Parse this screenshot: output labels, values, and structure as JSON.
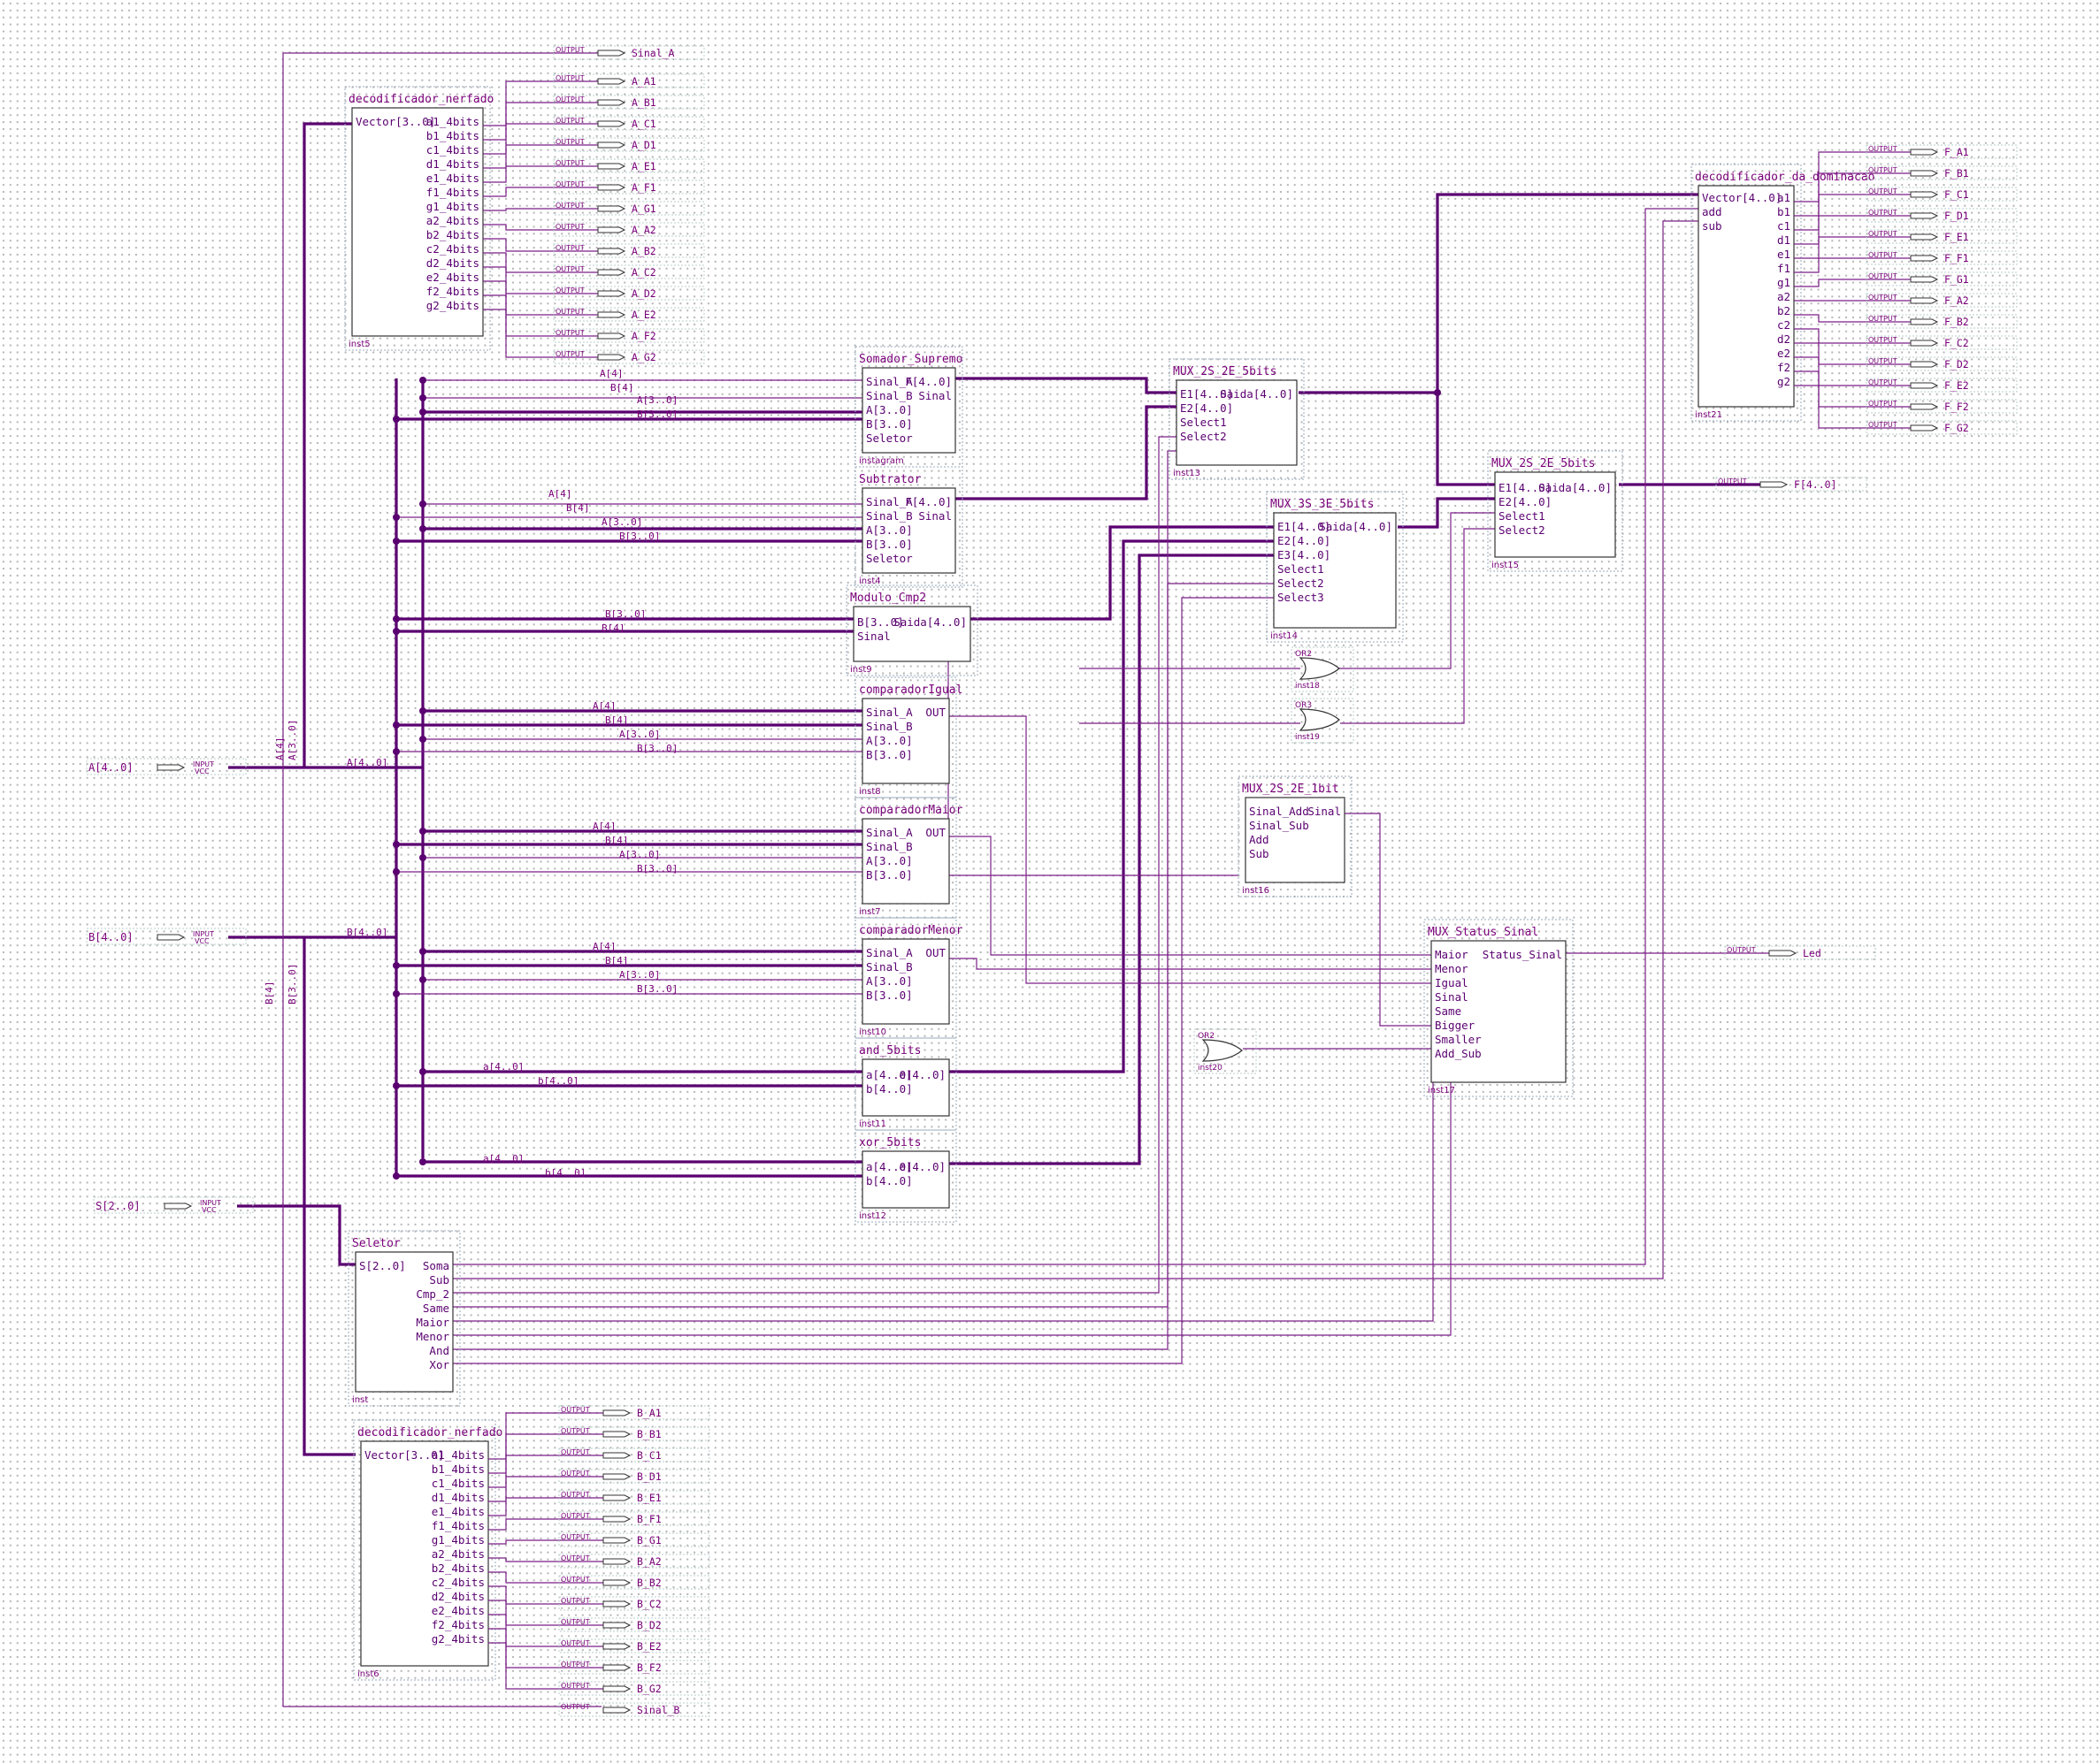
{
  "pin_kinds": {
    "input": "INPUT",
    "output": "OUTPUT",
    "vcc": "VCC"
  },
  "inputs": [
    {
      "name": "A[4..0]"
    },
    {
      "name": "B[4..0]"
    },
    {
      "name": "S[2..0]"
    }
  ],
  "outputs_top": [
    "Sinal_A",
    "A_A1",
    "A_B1",
    "A_C1",
    "A_D1",
    "A_E1",
    "A_F1",
    "A_G1",
    "A_A2",
    "A_B2",
    "A_C2",
    "A_D2",
    "A_E2",
    "A_F2",
    "A_G2"
  ],
  "outputs_bottom": [
    "B_A1",
    "B_B1",
    "B_C1",
    "B_D1",
    "B_E1",
    "B_F1",
    "B_G1",
    "B_A2",
    "B_B2",
    "B_C2",
    "B_D2",
    "B_E2",
    "B_F2",
    "B_G2",
    "Sinal_B"
  ],
  "outputs_right": [
    "F_A1",
    "F_B1",
    "F_C1",
    "F_D1",
    "F_E1",
    "F_F1",
    "F_G1",
    "F_A2",
    "F_B2",
    "F_C2",
    "F_D2",
    "F_E2",
    "F_F2",
    "F_G2"
  ],
  "output_f": "F[4..0]",
  "output_led": "Led",
  "blocks": {
    "dec_a": {
      "title": "decodificador_nerfado",
      "inst": "inst5",
      "in": [
        "Vector[3..0]"
      ],
      "out": [
        "a1_4bits",
        "b1_4bits",
        "c1_4bits",
        "d1_4bits",
        "e1_4bits",
        "f1_4bits",
        "g1_4bits",
        "a2_4bits",
        "b2_4bits",
        "c2_4bits",
        "d2_4bits",
        "e2_4bits",
        "f2_4bits",
        "g2_4bits"
      ]
    },
    "dec_b": {
      "title": "decodificador_nerfado",
      "inst": "inst6",
      "in": [
        "Vector[3..0]"
      ],
      "out": [
        "a1_4bits",
        "b1_4bits",
        "c1_4bits",
        "d1_4bits",
        "e1_4bits",
        "f1_4bits",
        "g1_4bits",
        "a2_4bits",
        "b2_4bits",
        "c2_4bits",
        "d2_4bits",
        "e2_4bits",
        "f2_4bits",
        "g2_4bits"
      ]
    },
    "dec_dom": {
      "title": "decodificador_da_dominacao",
      "inst": "inst21",
      "in": [
        "Vector[4..0]",
        "add",
        "sub"
      ],
      "out": [
        "a1",
        "b1",
        "c1",
        "d1",
        "e1",
        "f1",
        "g1",
        "a2",
        "b2",
        "c2",
        "d2",
        "e2",
        "f2",
        "g2"
      ]
    },
    "somador": {
      "title": "Somador_Supremo",
      "inst": "instagram",
      "in": [
        "Sinal_A",
        "Sinal_B",
        "A[3..0]",
        "B[3..0]",
        "Seletor"
      ],
      "out": [
        "F[4..0]",
        "Sinal"
      ]
    },
    "subtrator": {
      "title": "Subtrator",
      "inst": "inst4",
      "in": [
        "Sinal_A",
        "Sinal_B",
        "A[3..0]",
        "B[3..0]",
        "Seletor"
      ],
      "out": [
        "F[4..0]",
        "Sinal"
      ]
    },
    "cmp2": {
      "title": "Modulo_Cmp2",
      "inst": "inst9",
      "in": [
        "B[3..0]",
        "Sinal"
      ],
      "out": [
        "Saida[4..0]"
      ]
    },
    "igual": {
      "title": "comparadorIgual",
      "inst": "inst8",
      "in": [
        "Sinal_A",
        "Sinal_B",
        "A[3..0]",
        "B[3..0]"
      ],
      "out": [
        "OUT"
      ]
    },
    "maior": {
      "title": "comparadorMaior",
      "inst": "inst7",
      "in": [
        "Sinal_A",
        "Sinal_B",
        "A[3..0]",
        "B[3..0]"
      ],
      "out": [
        "OUT"
      ]
    },
    "menor": {
      "title": "comparadorMenor",
      "inst": "inst10",
      "in": [
        "Sinal_A",
        "Sinal_B",
        "A[3..0]",
        "B[3..0]"
      ],
      "out": [
        "OUT"
      ]
    },
    "and5": {
      "title": "and_5bits",
      "inst": "inst11",
      "in": [
        "a[4..0]",
        "b[4..0]"
      ],
      "out": [
        "e[4..0]"
      ]
    },
    "xor5": {
      "title": "xor_5bits",
      "inst": "inst12",
      "in": [
        "a[4..0]",
        "b[4..0]"
      ],
      "out": [
        "e[4..0]"
      ]
    },
    "mux2s": {
      "title": "MUX_2S_2E_5bits",
      "inst": "inst13",
      "in": [
        "E1[4..0]",
        "E2[4..0]",
        "Select1",
        "Select2"
      ],
      "out": [
        "Saida[4..0]"
      ]
    },
    "mux3s": {
      "title": "MUX_3S_3E_5bits",
      "inst": "inst14",
      "in": [
        "E1[4..0]",
        "E2[4..0]",
        "E3[4..0]",
        "Select1",
        "Select2",
        "Select3"
      ],
      "out": [
        "Saida[4..0]"
      ]
    },
    "mux2s_b": {
      "title": "MUX_2S_2E_5bits",
      "inst": "inst15",
      "in": [
        "E1[4..0]",
        "E2[4..0]",
        "Select1",
        "Select2"
      ],
      "out": [
        "Saida[4..0]"
      ]
    },
    "mux1bit": {
      "title": "MUX_2S_2E_1bit",
      "inst": "inst16",
      "in": [
        "Sinal_Add",
        "Sinal_Sub",
        "Add",
        "Sub"
      ],
      "out": [
        "Sinal"
      ]
    },
    "status": {
      "title": "MUX_Status_Sinal",
      "inst": "inst17",
      "in": [
        "Maior",
        "Menor",
        "Igual",
        "Sinal",
        "Same",
        "Bigger",
        "Smaller",
        "Add_Sub"
      ],
      "out": [
        "Status_Sinal"
      ]
    },
    "seletor": {
      "title": "Seletor",
      "inst": "inst",
      "in": [
        "S[2..0]"
      ],
      "out": [
        "Soma",
        "Sub",
        "Cmp_2",
        "Same",
        "Maior",
        "Menor",
        "And",
        "Xor"
      ]
    }
  },
  "gates": [
    {
      "kind": "OR2",
      "inst": "inst18"
    },
    {
      "kind": "OR3",
      "inst": "inst19"
    },
    {
      "kind": "OR2",
      "inst": "inst20"
    }
  ],
  "nets": {
    "a4": "A[4]",
    "b4": "B[4]",
    "a30": "A[3..0]",
    "b30": "B[3..0]",
    "a40": "A[4..0]",
    "b40": "B[4..0]",
    "a40_lc": "a[4..0]",
    "b40_lc": "b[4..0]"
  }
}
